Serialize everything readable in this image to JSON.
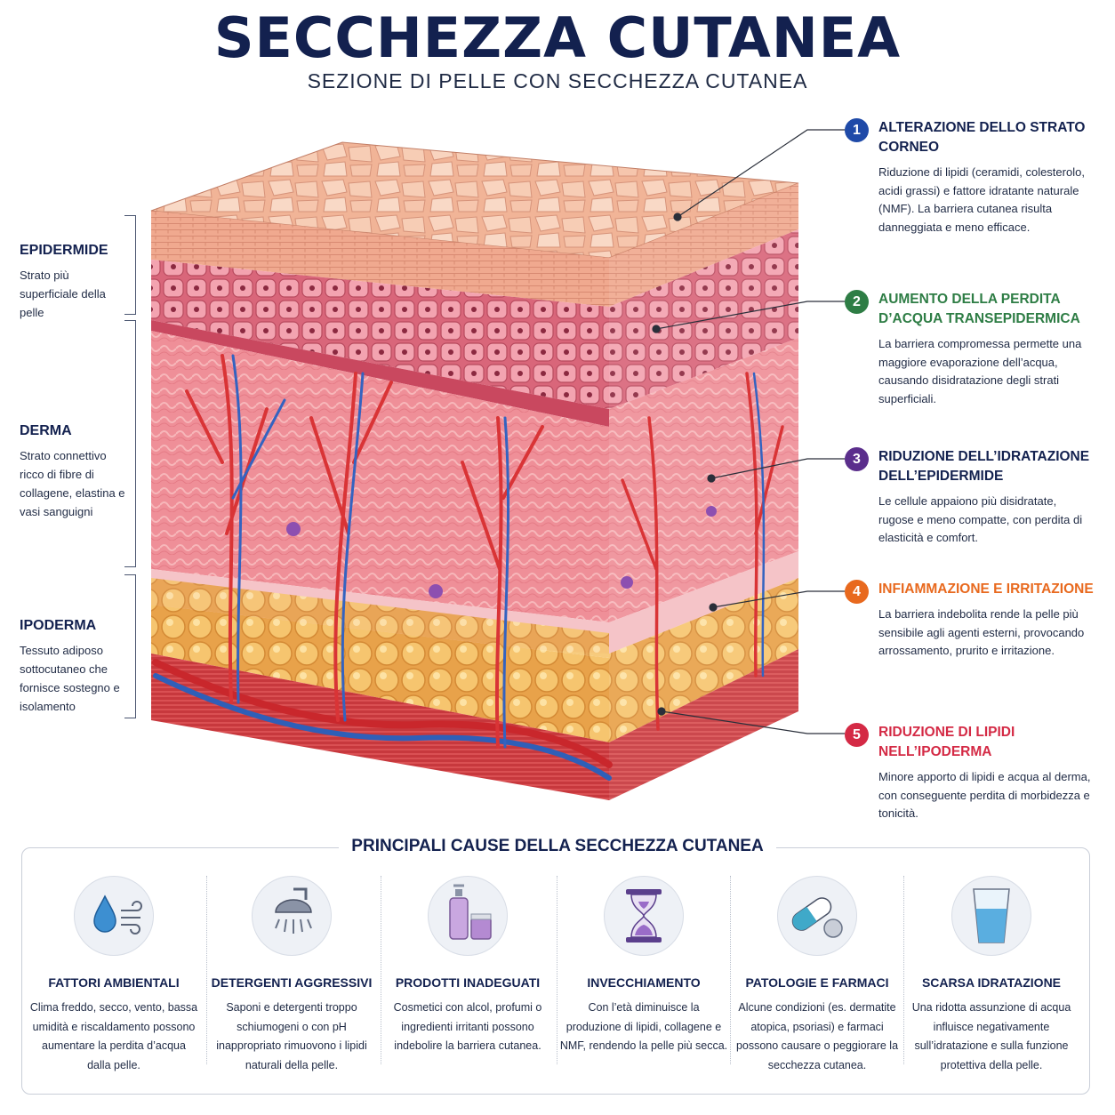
{
  "header": {
    "title": "SECCHEZZA CUTANEA",
    "subtitle": "SEZIONE DI PELLE CON SECCHEZZA CUTANEA"
  },
  "layers": [
    {
      "name": "EPIDERMIDE",
      "desc": "Strato più superficiale della pelle"
    },
    {
      "name": "DERMA",
      "desc": "Strato connettivo ricco di fibre di collagene, elastina e vasi sanguigni"
    },
    {
      "name": "IPODERMA",
      "desc": "Tessuto adiposo sottocutaneo che fornisce sostegno e isolamento"
    }
  ],
  "callouts": [
    {
      "num": "1",
      "color": "#1f4aa8",
      "title": "ALTERAZIONE DELLO STRATO CORNEO",
      "text": "Riduzione di lipidi (ceramidi, colesterolo, acidi grassi) e fattore idratante naturale (NMF). La barriera cutanea risulta danneggiata e meno efficace."
    },
    {
      "num": "2",
      "color": "#2e7d45",
      "title": "AUMENTO DELLA PERDITA D’ACQUA TRANSEPIDERMICA",
      "text": "La barriera compromessa permette una maggiore evaporazione dell’acqua, causando disidratazione degli strati superficiali."
    },
    {
      "num": "3",
      "color": "#5b2e8c",
      "title": "RIDUZIONE DELL’IDRATAZIONE DELL’EPIDERMIDE",
      "text": "Le cellule appaiono più disidratate, rugose e meno compatte, con perdita di elasticità e comfort."
    },
    {
      "num": "4",
      "color": "#e8691e",
      "title": "INFIAMMAZIONE E IRRITAZIONE",
      "text": "La barriera indebolita rende la pelle più sensibile agli agenti esterni, provocando arrossamento, prurito e irritazione."
    },
    {
      "num": "5",
      "color": "#d42a45",
      "title": "RIDUZIONE DI LIPIDI NELL’IPODERMA",
      "text": "Minore apporto di lipidi e acqua al derma, con conseguente perdita di morbidezza e tonicità."
    }
  ],
  "causes": {
    "title": "PRINCIPALI CAUSE DELLA SECCHEZZA CUTANEA",
    "items": [
      {
        "icon": "water-drop-wind-icon",
        "name": "FATTORI AMBIENTALI",
        "text": "Clima freddo, secco, vento, bassa umidità e riscaldamento possono aumentare la perdita d’acqua dalla pelle."
      },
      {
        "icon": "shower-icon",
        "name": "DETERGENTI AGGRESSIVI",
        "text": "Saponi e detergenti troppo schiumogeni o con pH inappropriato rimuovono i lipidi naturali della pelle."
      },
      {
        "icon": "cosmetic-bottle-icon",
        "name": "PRODOTTI INADEGUATI",
        "text": "Cosmetici con alcol, profumi o ingredienti irritanti possono indebolire la barriera cutanea."
      },
      {
        "icon": "hourglass-icon",
        "name": "INVECCHIAMENTO",
        "text": "Con l’età diminuisce la produzione di lipidi, collagene e NMF, rendendo la pelle più secca."
      },
      {
        "icon": "pill-icon",
        "name": "PATOLOGIE E FARMACI",
        "text": "Alcune condizioni (es. dermatite atopica, psoriasi) e farmaci possono causare o peggiorare la secchezza cutanea."
      },
      {
        "icon": "water-glass-icon",
        "name": "SCARSA IDRATAZIONE",
        "text": "Una ridotta assunzione di acqua influisce negativamente sull’idratazione e sulla funzione protettiva della pelle."
      }
    ]
  }
}
